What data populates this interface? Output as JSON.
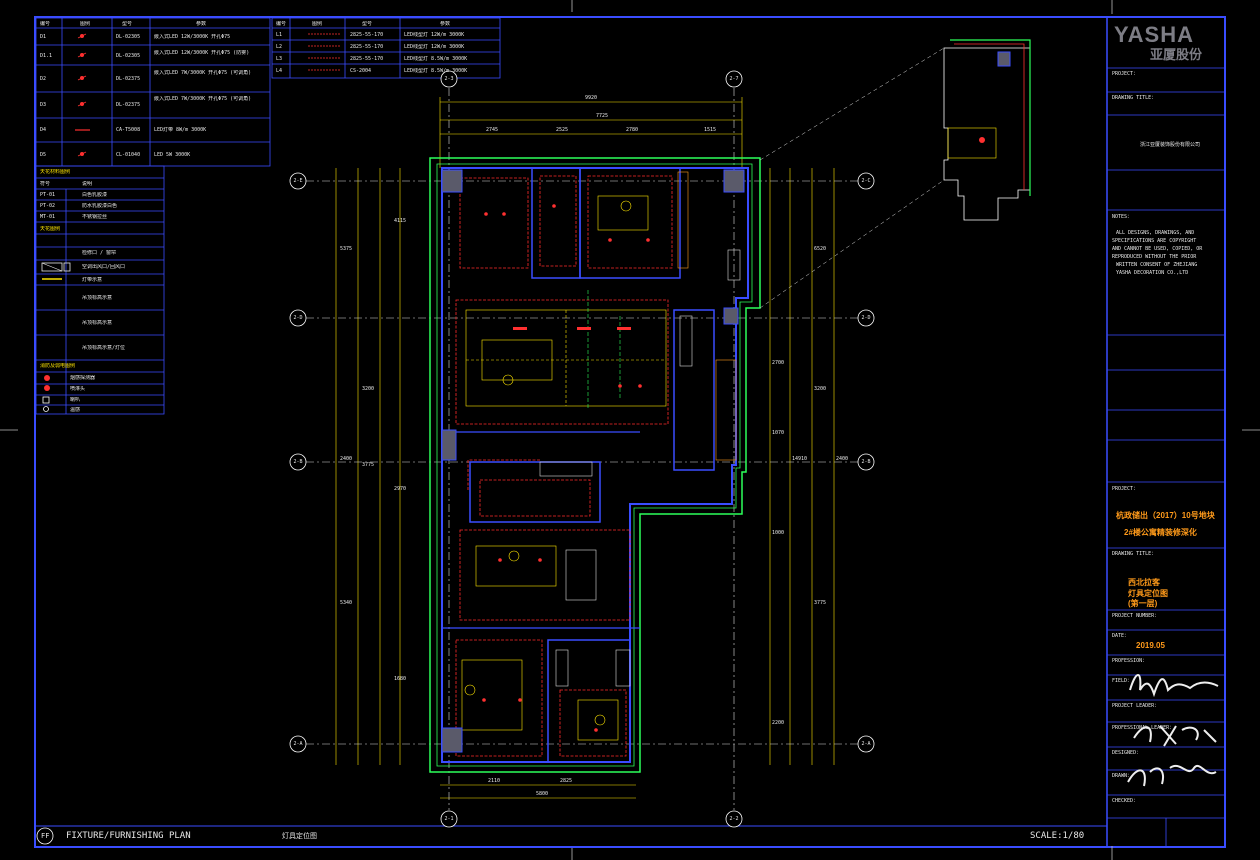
{
  "brand": {
    "logo_en": "YASHA",
    "logo_cn": "亚厦股份"
  },
  "title_block": {
    "project_title_line1": "杭政储出（2017）10号地块",
    "project_title_line2": "2#楼公寓精装修深化",
    "drawing_title_line1": "西北拉客",
    "drawing_title_line2": "灯具定位图",
    "drawing_title_line3": "(第一层)",
    "date": "2019.05",
    "company_cn": "浙江亚厦装饰股份有限公司",
    "notes_en": [
      "NOTES：",
      "ALL DESIGNS, DRAWINGS, AND",
      "SPECIFICATIONS ARE COPYRIGHT",
      "AND CANNOT BE USED, COPIED, OR",
      "REPRODUCED WITHOUT THE PRIOR",
      "WRITTEN CONSENT OF ZHEJIANG",
      "YASHA DECORATION CO.,LTD"
    ],
    "labels": [
      "PROJECT：",
      "DRAWING TITLE：",
      "PROJECT NUMBER：",
      "DATE：",
      "PROFESSION：",
      "FIELD：",
      "PROJECT LEADER：",
      "PROFESSIONAL LEADER：",
      "DESIGNED：",
      "DRAWN：",
      "CHECKED："
    ]
  },
  "plan": {
    "caption_code": "FF",
    "caption": "FIXTURE/FURNISHING PLAN",
    "caption_cn": "灯具定位图",
    "scale": "SCALE:1/80",
    "dims_top": [
      "9920",
      "7725",
      "2745",
      "2525",
      "2780",
      "1515"
    ],
    "dims_bottom": [
      "2110",
      "2825",
      "5800"
    ],
    "dims_left": [
      "4115",
      "5375",
      "3200",
      "2400",
      "3775",
      "2970",
      "5340",
      "1680"
    ],
    "dims_right": [
      "6520",
      "3200",
      "2400",
      "14910",
      "3775",
      "2700",
      "1070",
      "1000",
      "2200"
    ]
  },
  "grid_bubbles": {
    "top": [
      "2-3",
      "2-7"
    ],
    "bottom": [
      "2-1",
      "2-2"
    ],
    "left": [
      "2-E",
      "2-D",
      "2-B",
      "2-A"
    ],
    "right": [
      "2-C",
      "2-D",
      "2-B",
      "2-A"
    ]
  },
  "legend_top_left": {
    "headers": [
      "编号",
      "图例",
      "型号",
      "参数"
    ],
    "rows": [
      [
        "D1",
        "筒灯",
        "DL-02305",
        "嵌入式LED 12W/3000K 开孔Φ75"
      ],
      [
        "D1.1",
        "筒灯",
        "DL-02305",
        "嵌入式LED 12W/3000K 开孔Φ75 (防雾)"
      ],
      [
        "D2",
        "射灯",
        "DL-02375",
        "嵌入式LED 7W/3000K 开孔Φ75 (可调角)"
      ],
      [
        "D3",
        "射灯",
        "DL-02375",
        "嵌入式LED 7W/3000K 开孔Φ75 (可调角)"
      ],
      [
        "D4",
        "灯带",
        "CA-T5008",
        "LED灯带 8W/m 3000K"
      ],
      [
        "D5",
        "壁灯",
        "CL-01040",
        "LED 5W 3000K"
      ]
    ]
  },
  "legend_top_right": {
    "headers": [
      "编号",
      "图例",
      "型号",
      "参数"
    ],
    "rows": [
      [
        "L1",
        "线型灯",
        "2825-55-170",
        "LED线型灯 12W/m 3000K"
      ],
      [
        "L2",
        "线型灯",
        "2825-55-170",
        "LED线型灯 12W/m 3000K"
      ],
      [
        "L3",
        "线型灯",
        "2825-55-170",
        "LED线型灯 8.5W/m 3000K"
      ],
      [
        "L4",
        "线型灯",
        "CS-2004",
        "LED线型灯 8.5W/m 3000K"
      ]
    ]
  },
  "legend_symbols": {
    "section_titles": [
      "天花材料图例",
      "天花图例",
      "消防及弱电图例"
    ],
    "rows": [
      [
        "符号",
        "说明"
      ],
      [
        "PT-01",
        "白色乳胶漆"
      ],
      [
        "PT-02",
        "防水乳胶漆白色"
      ],
      [
        "MT-01",
        "不锈钢拉丝"
      ],
      [
        "",
        "检修口 / 窗帘"
      ],
      [
        "",
        "空调出风口/回风口"
      ],
      [
        "",
        "灯带示意"
      ],
      [
        "",
        "吊顶标高示意"
      ],
      [
        "",
        "吊顶标高示意"
      ],
      [
        "",
        "吊顶标高示意/灯位"
      ],
      [
        "",
        "烟感探测器"
      ],
      [
        "",
        "喷淋头"
      ],
      [
        "",
        "喇叭"
      ],
      [
        "",
        "温感"
      ]
    ]
  },
  "colors": {
    "frame_blue": "#3a4dff",
    "wall_green": "#2cff5a",
    "dim_yellow": "#ffe600",
    "accent_red": "#ff2b2b",
    "accent_orange": "#ff9a1a",
    "grid_white": "#dcdcdc"
  }
}
